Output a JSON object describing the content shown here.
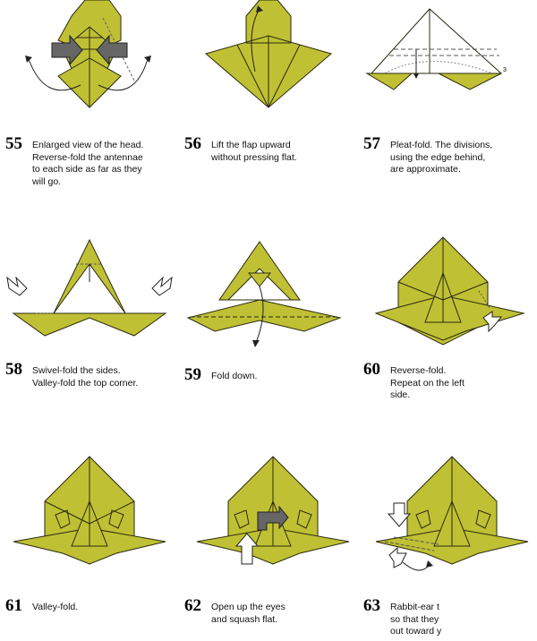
{
  "fill_color": "#c0c034",
  "line_color": "#2a2a10",
  "steps": [
    {
      "num": "55",
      "text": "Enlarged view of the head.\nReverse-fold the antennae\nto each side as far as they\nwill go."
    },
    {
      "num": "56",
      "text": "Lift the flap upward\nwithout pressing flat."
    },
    {
      "num": "57",
      "text": "Pleat-fold. The divisions,\nusing the edge behind,\nare approximate."
    },
    {
      "num": "58",
      "text": "Swivel-fold the sides.\nValley-fold the top corner."
    },
    {
      "num": "59",
      "text": "Fold down."
    },
    {
      "num": "60",
      "text": "Reverse-fold.\nRepeat on the left\nside."
    },
    {
      "num": "61",
      "text": "Valley-fold."
    },
    {
      "num": "62",
      "text": "Open up the eyes\nand squash flat."
    },
    {
      "num": "63",
      "text": "Rabbit-ear t\nso that they\nout toward y"
    }
  ]
}
